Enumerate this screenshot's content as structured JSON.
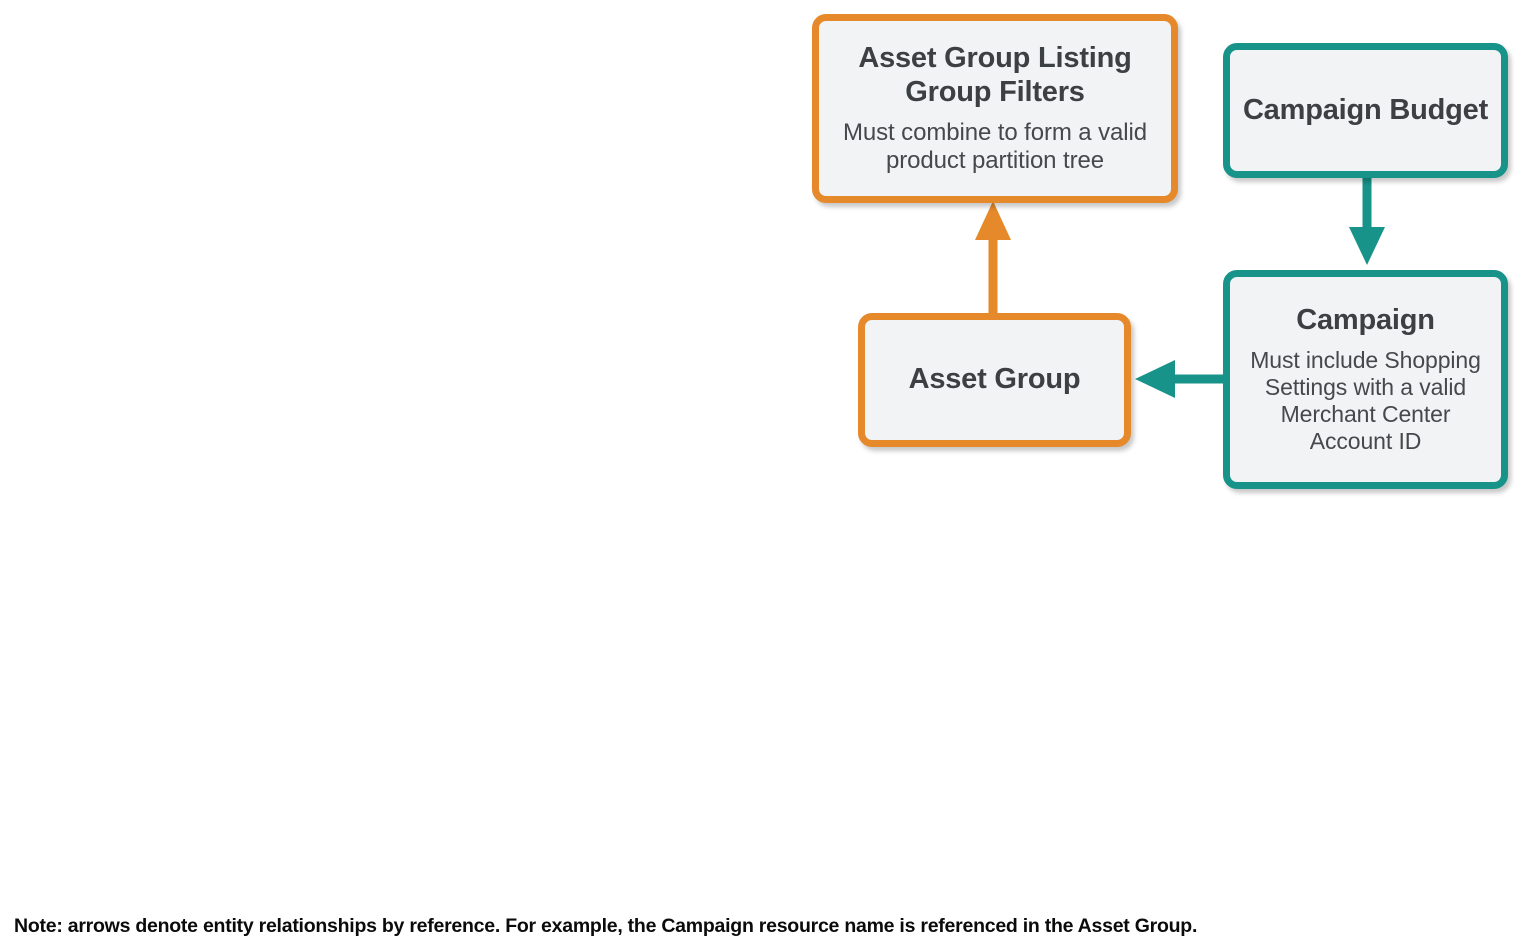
{
  "diagram": {
    "type": "entity-relationship-flow",
    "background_color": "#ffffff",
    "palette": {
      "orange": "#E5892A",
      "teal": "#18938A",
      "node_fill": "#f1f3f4",
      "title_text": "#3c4043",
      "subtitle_text": "#46494c",
      "note_text": "#0b0b0b"
    },
    "nodes": [
      {
        "id": "listing-group-filters",
        "title": "Asset Group Listing Group Filters",
        "subtitle": "Must combine to form a valid product partition tree",
        "color": "orange"
      },
      {
        "id": "campaign-budget",
        "title": "Campaign Budget",
        "subtitle": "",
        "color": "teal"
      },
      {
        "id": "asset-group",
        "title": "Asset Group",
        "subtitle": "",
        "color": "orange"
      },
      {
        "id": "campaign",
        "title": "Campaign",
        "subtitle": "Must include Shopping Settings with a valid Merchant Center Account ID",
        "color": "teal"
      }
    ],
    "edges": [
      {
        "id": "asset-group-to-listing-group-filters",
        "from": "asset-group",
        "to": "listing-group-filters",
        "direction": "up",
        "color": "orange"
      },
      {
        "id": "campaign-budget-to-campaign",
        "from": "campaign-budget",
        "to": "campaign",
        "direction": "down",
        "color": "teal"
      },
      {
        "id": "campaign-to-asset-group",
        "from": "campaign",
        "to": "asset-group",
        "direction": "left",
        "color": "teal"
      }
    ],
    "note": "Note: arrows denote entity relationships by reference. For example, the Campaign resource name is referenced in the Asset Group."
  }
}
